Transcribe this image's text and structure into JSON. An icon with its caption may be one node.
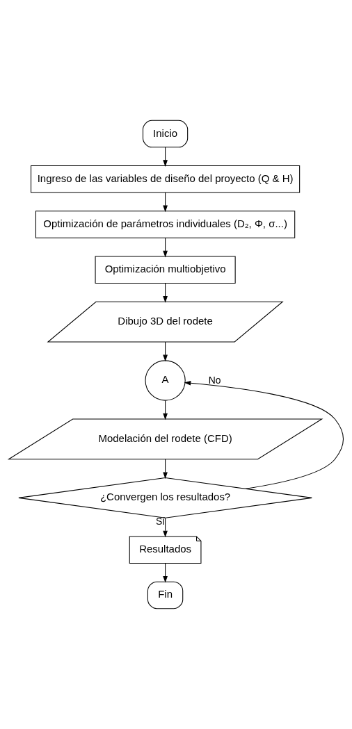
{
  "diagram": {
    "nodes": [
      {
        "text": [
          "Inicio"
        ]
      },
      {
        "text": [
          "Ingreso de las variables de diseño del proyecto (Q & H)"
        ]
      },
      {
        "text": [
          "Optimización de parámetros individuales (D₂, Φ, σ...)"
        ]
      },
      {
        "text": [
          "Optimización multiobjetivo"
        ]
      },
      {
        "text": [
          "Dibujo 3D del rodete"
        ]
      },
      {
        "text": [
          "A"
        ]
      },
      {
        "text": [
          "Modelación del rodete (CFD)"
        ]
      },
      {
        "text": [
          "¿Convergen los resultados?"
        ]
      },
      {
        "text": [
          "Resultados"
        ]
      },
      {
        "text": [
          "Fin"
        ]
      }
    ],
    "edges": [
      {
        "from": 0,
        "to": 1,
        "arrow": "to"
      },
      {
        "from": 1,
        "to": 2,
        "arrow": "to"
      },
      {
        "from": 2,
        "to": 3,
        "arrow": "to"
      },
      {
        "from": 3,
        "to": 4,
        "arrow": "to"
      },
      {
        "from": 4,
        "to": 5,
        "arrow": "to"
      },
      {
        "from": 5,
        "to": 6,
        "arrow": "to"
      },
      {
        "from": 6,
        "to": 7,
        "arrow": "to"
      },
      {
        "from": 7,
        "to": 5,
        "arrow": "to",
        "label": "No"
      },
      {
        "from": 7,
        "to": 8,
        "arrow": "to",
        "label": "Sí"
      },
      {
        "from": 8,
        "to": 9,
        "arrow": "to"
      }
    ]
  }
}
